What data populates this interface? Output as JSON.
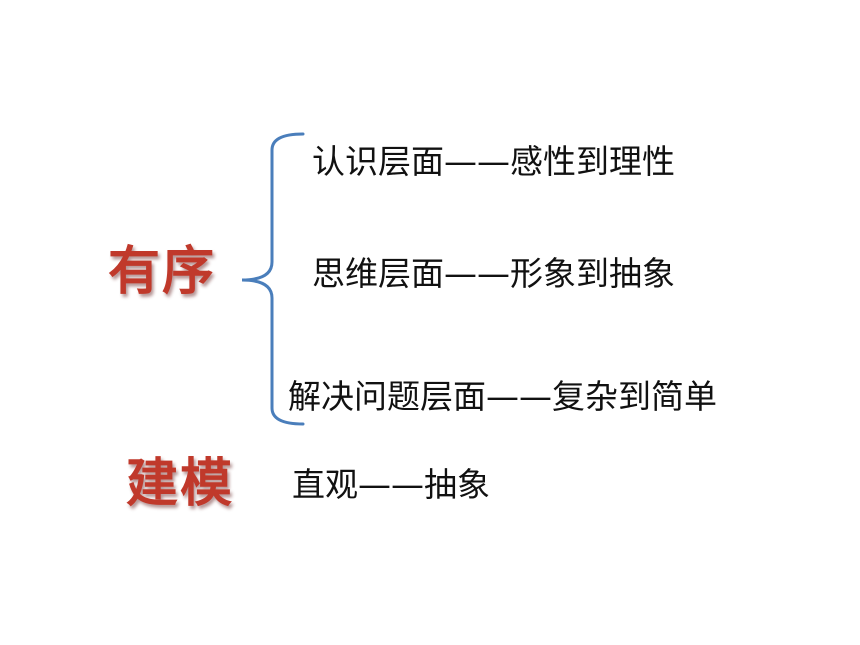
{
  "headings": {
    "order": "有序",
    "model": "建模"
  },
  "order_items": [
    "认识层面——感性到理性",
    "思维层面——形象到抽象",
    "解决问题层面——复杂到简单"
  ],
  "model_item": "直观——抽象",
  "colors": {
    "heading": "#c0392b",
    "brace": "#4a7ebb",
    "text": "#111111"
  },
  "icons": {
    "brace": "left-curly-brace-icon"
  }
}
